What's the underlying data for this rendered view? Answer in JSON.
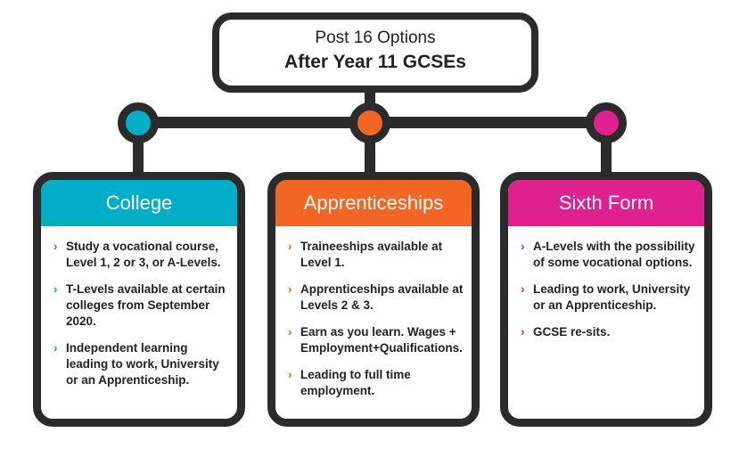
{
  "header": {
    "line1": "Post 16 Options",
    "line2": "After Year 11 GCSEs"
  },
  "colors": {
    "college": "#00aec7",
    "apprenticeships": "#f26522",
    "sixth_form": "#e0208e",
    "outline": "#2b2b2b"
  },
  "cards": [
    {
      "title": "College",
      "items": [
        "Study a vocational course, Level 1, 2 or 3, or A-Levels.",
        "T-Levels available at certain colleges from September 2020.",
        "Independent learning leading to work, University or an Apprenticeship."
      ]
    },
    {
      "title": "Apprenticeships",
      "items": [
        "Traineeships available at Level 1.",
        "Apprenticeships available at Levels 2 & 3.",
        "Earn as you learn. Wages + Employment+Qualifications.",
        "Leading to full time employment."
      ]
    },
    {
      "title": "Sixth Form",
      "items": [
        "A-Levels with the possibility of some vocational options.",
        "Leading to work, University or an Apprenticeship.",
        "GCSE re-sits."
      ]
    }
  ]
}
